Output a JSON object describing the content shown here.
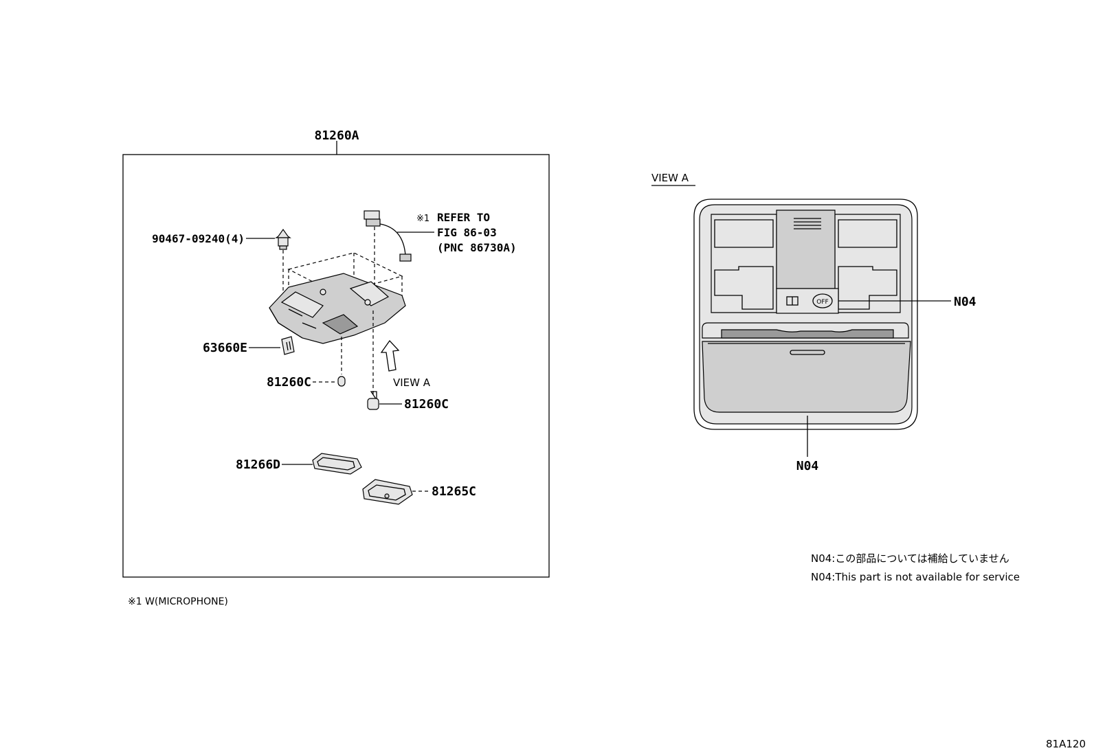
{
  "labels": {
    "main_assembly": "81260A",
    "screw": "90467-09240(4)",
    "refer_mark": "※1",
    "refer_line1": "REFER TO",
    "refer_line2": "FIG 86-03",
    "refer_line3": "(PNC 86730A)",
    "switch": "63660E",
    "bulb_left": "81260C",
    "bulb_right": "81260C",
    "view_arrow": "VIEW A",
    "lens_d": "81266D",
    "lens_c": "81265C",
    "view_title": "VIEW A",
    "n04_right": "N04",
    "n04_bottom": "N04"
  },
  "footnote": "※1 W(MICROPHONE)",
  "notes": {
    "jp": "N04:この部品については補給していません",
    "en": "N04:This part is not available for service"
  },
  "icons": {
    "switch_off": "OFF"
  },
  "figure_id": "81A120"
}
